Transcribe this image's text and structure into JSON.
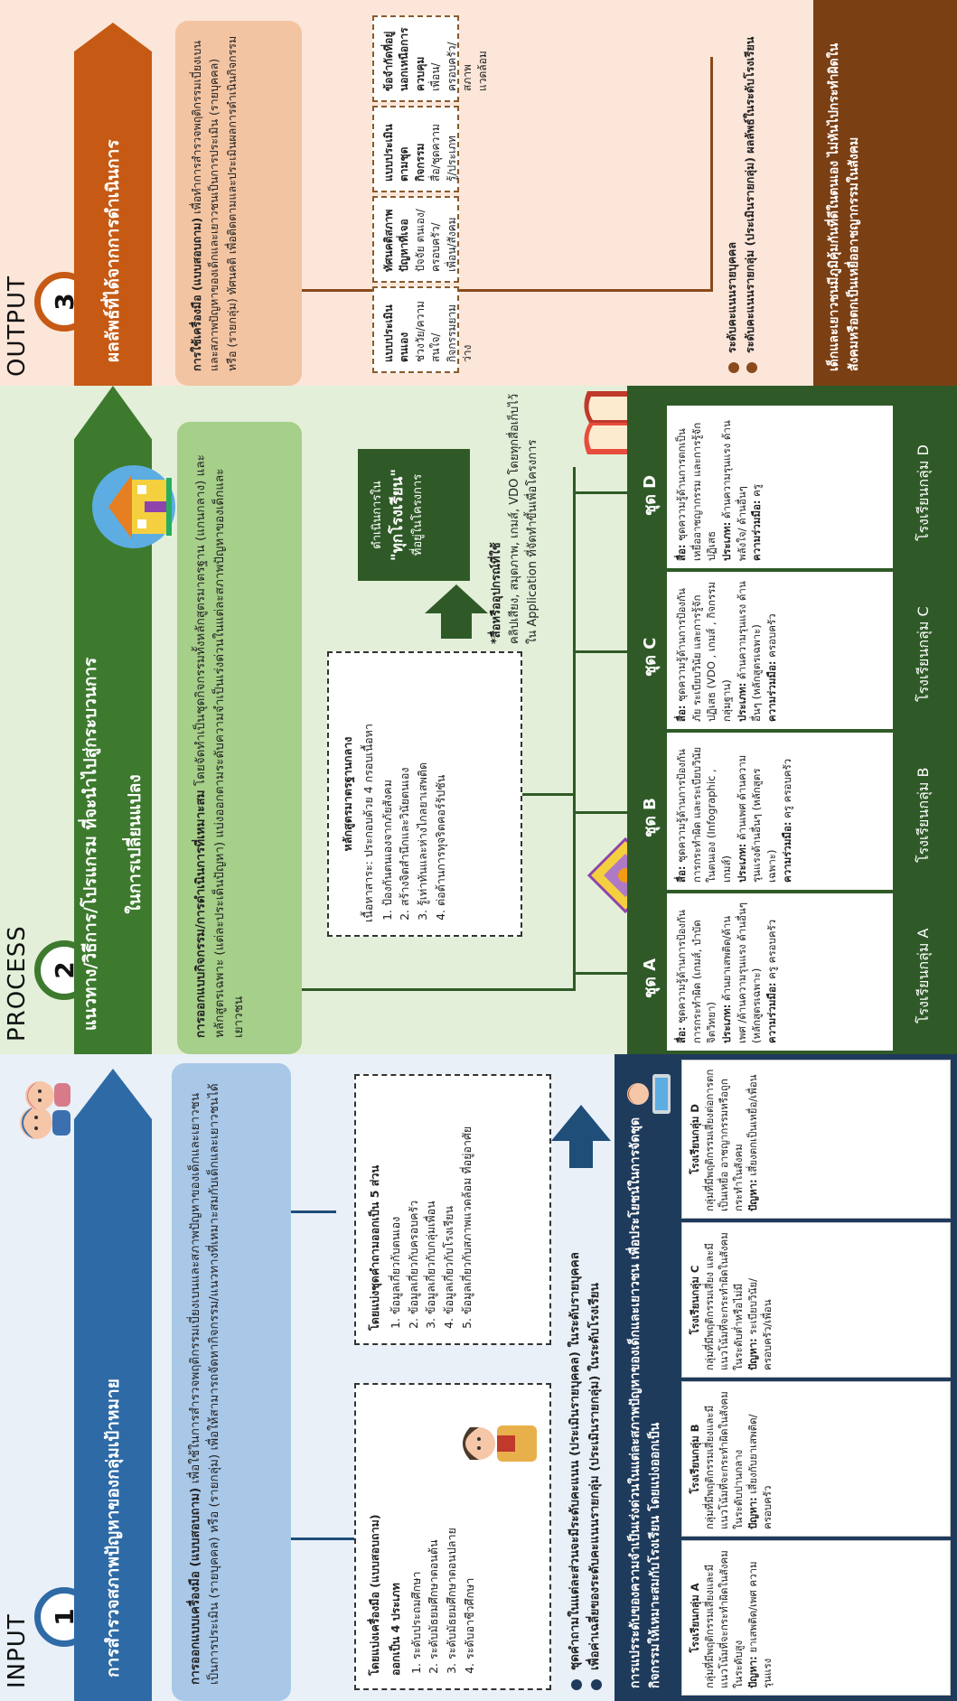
{
  "input": {
    "stage_label": "INPUT",
    "number": "1",
    "banner": "การสำรวจสภาพปัญหาของกลุ่มเป้าหมาย",
    "desc_bold": "การออกแบบเครื่องมือ (แบบสอบถาม)",
    "desc": " เพื่อใช้ในการสำรวจพฤติกรรมเบี่ยงเบนและสภาพปัญหาของเด็กและเยาวชนเป็นการประเมิน (รายบุคคล) หรือ (รายกลุ่ม) เพื่อให้สามารถจัดหากิจกรรม/แนวทางที่เหมาะสมกับเด็กและเยาวชนได้",
    "box1": {
      "heading": "โดยแบ่งเครื่องมือ (แบบสอบถาม)",
      "heading2": "ออกเป็น 4 ประเภท",
      "items": [
        "ระดับประถมศึกษา",
        "ระดับมัธยมศึกษาตอนต้น",
        "ระดับมัธยมศึกษาตอนปลาย",
        "ระดับอาชีวศึกษา"
      ]
    },
    "box2": {
      "heading": "โดยแบ่งชุดคำถามออกเป็น 5 ส่วน",
      "items": [
        "ข้อมูลเกี่ยวกับตนเอง",
        "ข้อมูลเกี่ยวกับครอบครัว",
        "ข้อมูลเกี่ยวกับกลุ่มเพื่อน",
        "ข้อมูลเกี่ยวกับโรงเรียน",
        "ข้อมูลเกี่ยวกับสภาพแวดล้อม ที่อยู่อาศัย"
      ]
    },
    "bullets": [
      "ชุดคำถามในแต่ละส่วนจะมีระดับคะแนน (ประเมินรายบุคคล) ในระดับรายบุคคล",
      "เพื่อค่าเฉลี่ยของระดับคะแนนรายกลุ่ม (ประเมินรายกลุ่ม) ในระดับโรงเรียน"
    ],
    "summary": "การแปรระดับของความจำเป็นเร่งด่วนในแต่ละสภาพปัญหาของเด็กและเยาวชน เพื่อประโยชน์ในการจัดชุดกิจกรรมให้เหมาะสมกับโรงเรียน โดยแบ่งออกเป็น",
    "schools": [
      {
        "title": "โรงเรียนกลุ่ม A",
        "desc": "กลุ่มที่มีพฤติกรรมเสี่ยงและมีแนวโน้มที่จะกระทำผิดในสังคมในระดับสูง",
        "problem_label": "ปัญหา:",
        "problem": " ยาเสพติด/เพศ ความรุนแรง"
      },
      {
        "title": "โรงเรียนกลุ่ม B",
        "desc": "กลุ่มที่มีพฤติกรรมเสี่ยงและมีแนวโน้มที่จะกระทำผิดในสังคมในระดับปานกลาง",
        "problem_label": "ปัญหา:",
        "problem": " เสี่ยงกับยาเสพติด/ ครอบครัว"
      },
      {
        "title": "โรงเรียนกลุ่ม C",
        "desc": "กลุ่มที่มีพฤติกรรมเสี่ยง และมีแนวโน้มที่จะกระทำผิดในสังคมในระดับต่ำหรือไม่มี",
        "problem_label": "ปัญหา:",
        "problem": " ระเบียบวินัย/ ครอบครัว/เพื่อน"
      },
      {
        "title": "โรงเรียนกลุ่ม D",
        "desc": "กลุ่มที่มีพฤติกรรมเสี่ยงต่อการตกเป็นเหยื่อ อาชญากรรมหรือถูกกระทำในสังคม",
        "problem_label": "ปัญหา:",
        "problem": " เสี่ยงตกเป็นเหยื่อ/เพื่อน"
      }
    ]
  },
  "process": {
    "stage_label": "PROCESS",
    "number": "2",
    "banner_line1": "แนวทาง/วิธีการ/โปรแกรม ที่จะนำไปสู่กระบวนการ",
    "banner_line2": "ในการเปลี่ยนแปลง",
    "desc_bold": "การออกแบบกิจกรรม/การดำเนินการที่เหมาะสม",
    "desc": " โดยจัดทำเป็นชุดกิจกรรมทั้งหลักสูตรมาตรฐาน (แกนกลาง) และหลักสูตรเฉพาะ (แต่ละประเด็นปัญหา) แบ่งออกตามระดับความจำเป็นเร่งด่วนในแต่ละสภาพปัญหาของเด็กและเยาวชน",
    "core": {
      "heading": "หลักสูตรมาตรฐานกลาง",
      "intro": "เนื้อหาสาระ: ประกอบด้วย 4 กรอบเนื้อหา",
      "items": [
        "ป้องกันตนเองจากภัยสังคม",
        "สร้างจิตสำนึกและวินัยตนเอง",
        "รู้เท่าทันและห่างไกลยาเสพติด",
        "ต่อต้านการทุจริตคอร์รัปชัน"
      ]
    },
    "media_heading": "*สื่อหรืออุปกรณ์ที่ใช้",
    "media_text": "คลิปเสียง, สมุดภาพ, เกมส์, VDO โดยทุกสื่อเก็บไว้ใน Application ที่จัดทำขึ้นเพื่อโครงการ",
    "deploy_line1": "ดำเนินการใน",
    "deploy_line2": "\"ทุกโรงเรียน\"",
    "deploy_line3": "ที่อยู่ในโครงการ",
    "packs": [
      {
        "label": "ชุด A",
        "group": "โรงเรียนกลุ่ม A",
        "media_label": "สื่อ:",
        "media": " ชุดความรู้ด้านการป้องกันการกระทำผิด (เกมส์, บำบัดจิตวิทยา)",
        "type_label": "ประเภท:",
        "type": " ด้านยาเสพติด/ด้านเพศ /ด้านความรุนแรง ด้านอื่นๆ (หลักสูตรเฉพาะ)",
        "coop_label": "ความร่วมมือ:",
        "coop": " ครู ครอบครัว"
      },
      {
        "label": "ชุด B",
        "group": "โรงเรียนกลุ่ม B",
        "media_label": "สื่อ:",
        "media": " ชุดความรู้ด้านการป้องกันการกระทำผิด และระเบียบวินัยในตนเอง (Infographic , เกมส์)",
        "type_label": "ประเภท:",
        "type": " ด้านเพศ ด้านความรุนแรงด้านอื่นๆ (หลักสูตรเฉพาะ)",
        "coop_label": "ความร่วมมือ:",
        "coop": " ครู ครอบครัว"
      },
      {
        "label": "ชุด C",
        "group": "โรงเรียนกลุ่ม C",
        "media_label": "สื่อ:",
        "media": " ชุดความรู้ด้านการป้องกันภัย ระเบียบวินัย และการรู้จักปฏิเสธ (VDO , เกมส์ , กิจกรรมกลุ่มฐาน)",
        "type_label": "ประเภท:",
        "type": " ด้านความรุนแรง ด้านอื่นๆ (หลักสูตรเฉพาะ)",
        "coop_label": "ความร่วมมือ:",
        "coop": " ครอบครัว"
      },
      {
        "label": "ชุด D",
        "group": "โรงเรียนกลุ่ม D",
        "media_label": "สื่อ:",
        "media": " ชุดความรู้ด้านการตกเป็นเหยื่ออาชญากรรม และการรู้จักปฏิเสธ",
        "type_label": "ประเภท:",
        "type": " ด้านความรุนแรง ด้านพลังใจ/ ด้านอื่นๆ",
        "coop_label": "ความร่วมมือ:",
        "coop": " ครู"
      }
    ]
  },
  "output": {
    "stage_label": "OUTPUT",
    "number": "3",
    "banner": "ผลลัพธ์ที่ได้จากการดำเนินการ",
    "desc_bold": "การใช้เครื่องมือ (แบบสอบถาม)",
    "desc": " เพื่อทำการสำรวจพฤติกรรมเบี่ยงเบน และสภาพปัญหาของเด็กและเยาวชนเป็นการประเมิน (รายบุคคล) หรือ (รายกลุ่ม) ทัศนคติ เพื่อติดตามและประเมินผลการดำเนินกิจกรรม",
    "boxes": [
      {
        "title": "แบบประเมินตนเอง",
        "sub": "ช่วงวัย/ความสนใจ/กิจกรรมยามว่าง"
      },
      {
        "title": "ทัศนคติสภาพปัญหาที่เจอ",
        "sub": "ปัจจัย ตนเอง/ครอบครัว/เพื่อน/สังคม"
      },
      {
        "title": "แบบประเมินตามชุดกิจกรรม",
        "sub": "สื่อ/ชุดความรู้/ประเภท"
      },
      {
        "title": "ข้อจำกัดที่อยู่นอกเหนือการควบคุม",
        "sub": "เพื่อน/ครอบครัว/สภาพแวดล้อม"
      }
    ],
    "bullets": [
      "ระดับคะแนนรายบุคคล",
      "ระดับคะแนนรายกลุ่ม (ประเมินรายกลุ่ม) ผลลัพธ์ในระดับโรงเรียน"
    ],
    "result": "เด็กและเยาวชนมีภูมิคุ้มกันที่ดีในตนเอง ไม่หันไปกระทำผิดในสังคมหรือตกเป็นเหยื่ออาชญากรรมในสังคม"
  },
  "colors": {
    "input_accent": "#2e6aa6",
    "process_accent": "#3d7a2e",
    "output_accent": "#c65a14",
    "navy": "#1f3b5c",
    "dark_green": "#2f5a27",
    "brown": "#7b3f14"
  }
}
